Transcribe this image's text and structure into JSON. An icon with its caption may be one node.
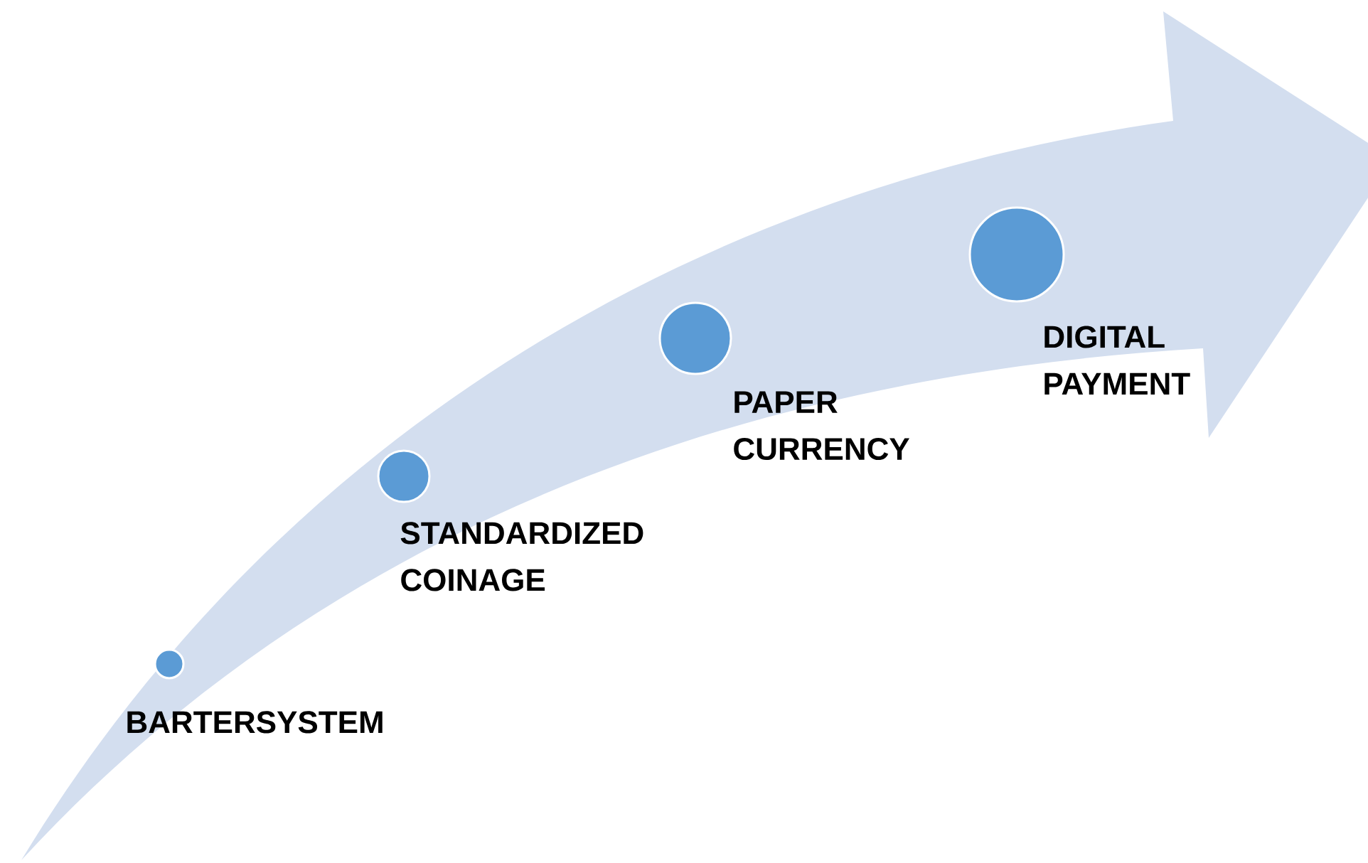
{
  "diagram": {
    "nodes": [
      {
        "text": [],
        "shape": "circle",
        "beside": [
          "BARTERSYSTEM"
        ]
      },
      {
        "text": [],
        "shape": "circle",
        "beside": [
          "STANDARDIZED COINAGE"
        ]
      },
      {
        "text": [],
        "shape": "circle",
        "beside": [
          "PAPER CURRENCY"
        ]
      },
      {
        "text": [],
        "shape": "circle",
        "beside": [
          "DIGITAL PAYMENT"
        ]
      }
    ]
  }
}
